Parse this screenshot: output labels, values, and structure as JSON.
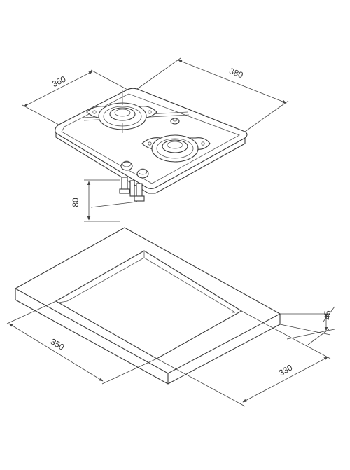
{
  "dimensions": {
    "hob_depth": "360",
    "hob_width": "380",
    "hob_height": "80",
    "cutout_depth": "350",
    "cutout_width": "330",
    "counter_thickness": "45"
  },
  "colors": {
    "line": "#3a3a3a",
    "background": "#ffffff"
  }
}
